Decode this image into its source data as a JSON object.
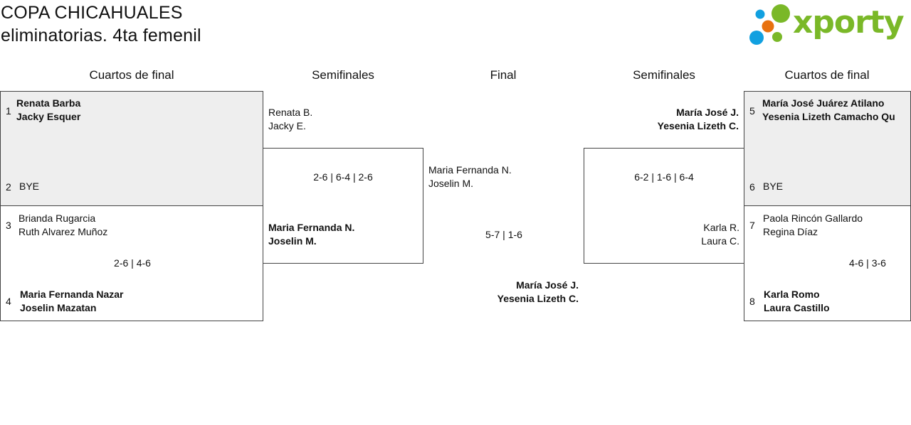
{
  "title": {
    "line1": "COPA CHICAHUALES",
    "line2": "eliminatorias. 4ta femenil"
  },
  "logo": {
    "text": "xporty",
    "colors": {
      "green": "#7ab828",
      "orange": "#e8710f",
      "blue": "#11a0e0"
    }
  },
  "rounds": [
    "Cuartos de final",
    "Semifinales",
    "Final",
    "Semifinales",
    "Cuartos de final"
  ],
  "left_qf": [
    {
      "seeds": [
        "1",
        "2"
      ],
      "team1": [
        "Renata Barba",
        "Jacky Esquer"
      ],
      "team2": [
        "BYE"
      ],
      "score": ""
    },
    {
      "seeds": [
        "3",
        "4"
      ],
      "team1": [
        "Brianda Rugarcia",
        "Ruth Alvarez Muñoz"
      ],
      "team2": [
        "Maria Fernanda Nazar",
        "Joselin Mazatan"
      ],
      "score": "2-6 | 4-6"
    }
  ],
  "left_sf": {
    "team1": [
      "Renata B.",
      "Jacky E."
    ],
    "team2": [
      "Maria Fernanda N.",
      "Joselin M."
    ],
    "score": "2-6 | 6-4 | 2-6"
  },
  "final": {
    "team1": [
      "Maria Fernanda N.",
      "Joselin M."
    ],
    "team2": [
      "María José J.",
      "Yesenia Lizeth C."
    ],
    "score": "5-7 | 1-6"
  },
  "right_sf": {
    "team1": [
      "María José J.",
      "Yesenia Lizeth C."
    ],
    "team2": [
      "Karla R.",
      "Laura C."
    ],
    "score": "6-2 | 1-6 | 6-4"
  },
  "right_qf": [
    {
      "seeds": [
        "5",
        "6"
      ],
      "team1": [
        "María José Juárez Atilano",
        "Yesenia Lizeth Camacho Qu"
      ],
      "team2": [
        "BYE"
      ],
      "score": ""
    },
    {
      "seeds": [
        "7",
        "8"
      ],
      "team1": [
        "Paola Rincón Gallardo",
        "Regina Díaz"
      ],
      "team2": [
        "Karla Romo",
        "Laura Castillo"
      ],
      "score": "4-6 | 3-6"
    }
  ]
}
